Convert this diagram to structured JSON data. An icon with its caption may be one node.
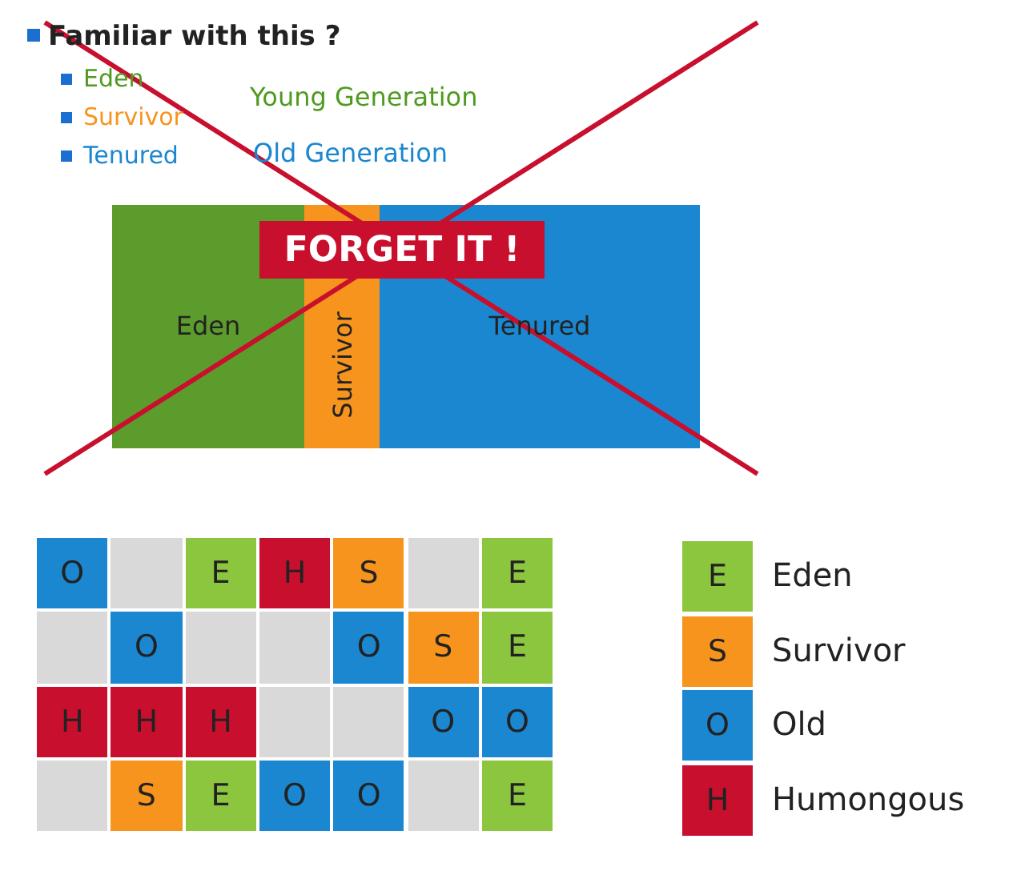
{
  "diagram": {
    "title": "Familiar with this ?",
    "nodes": [
      {
        "text": [
          "Eden"
        ]
      },
      {
        "text": [
          "Survivor"
        ]
      },
      {
        "text": [
          "Tenured"
        ]
      },
      {
        "text": [
          "O"
        ]
      },
      {
        "text": [],
        "shape": "box"
      },
      {
        "text": [
          "E"
        ]
      },
      {
        "text": [
          "H"
        ]
      },
      {
        "text": [
          "S"
        ]
      },
      {
        "text": [],
        "shape": "box"
      },
      {
        "text": [
          "E"
        ]
      },
      {
        "text": [],
        "shape": "box"
      },
      {
        "text": [
          "O"
        ]
      },
      {
        "text": [],
        "shape": "box"
      },
      {
        "text": [],
        "shape": "box"
      },
      {
        "text": [
          "O"
        ]
      },
      {
        "text": [
          "S"
        ]
      },
      {
        "text": [
          "E"
        ]
      },
      {
        "text": [
          "H"
        ]
      },
      {
        "text": [
          "H"
        ]
      },
      {
        "text": [
          "H"
        ]
      },
      {
        "text": [],
        "shape": "box"
      },
      {
        "text": [],
        "shape": "box"
      },
      {
        "text": [
          "O"
        ]
      },
      {
        "text": [
          "O"
        ]
      },
      {
        "text": [],
        "shape": "box"
      },
      {
        "text": [
          "S"
        ]
      },
      {
        "text": [
          "E"
        ]
      },
      {
        "text": [
          "O"
        ]
      },
      {
        "text": [
          "O"
        ]
      },
      {
        "text": [],
        "shape": "box"
      },
      {
        "text": [
          "E"
        ]
      }
    ],
    "labels": [
      "Eden",
      "Survivor",
      "Tenured",
      "Young Generation",
      "Old Generation",
      "FORGET IT !",
      "E",
      "S",
      "O",
      "H"
    ],
    "legend": [
      {
        "text": "Eden",
        "color": "#8cc63f"
      },
      {
        "text": "Survivor",
        "color": "#f7941d"
      },
      {
        "text": "Old",
        "color": "#1b87d0"
      },
      {
        "text": "Humongous",
        "color": "#c8102e"
      }
    ]
  }
}
